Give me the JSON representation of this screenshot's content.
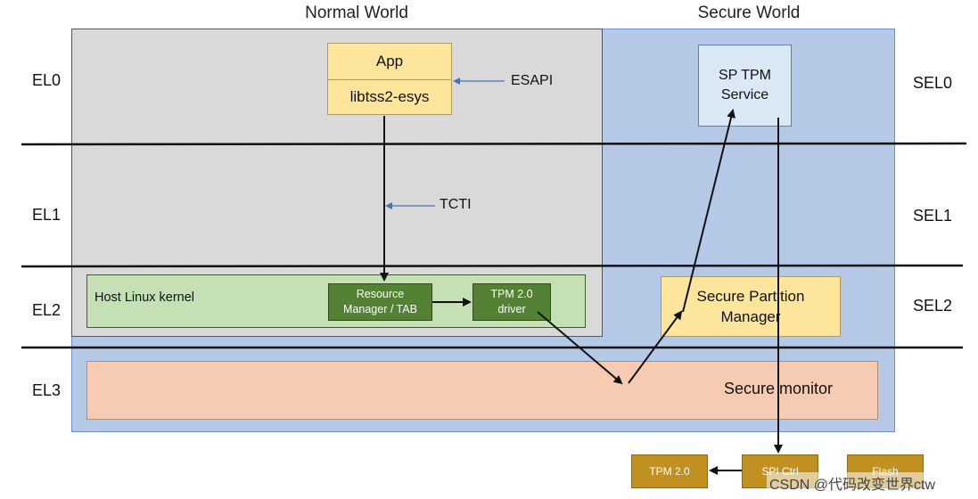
{
  "worlds": {
    "normal": "Normal World",
    "secure": "Secure World"
  },
  "levels": {
    "left": [
      "EL0",
      "EL1",
      "EL2",
      "EL3"
    ],
    "right": [
      "SEL0",
      "SEL1",
      "SEL2"
    ]
  },
  "blocks": {
    "app": "App",
    "libtss": "libtss2-esys",
    "sp_tpm_line1": "SP TPM",
    "sp_tpm_line2": "Service",
    "host_kernel": "Host Linux kernel",
    "resource_manager_line1": "Resource",
    "resource_manager_line2": "Manager / TAB",
    "tpm_driver_line1": "TPM 2.0",
    "tpm_driver_line2": "driver",
    "spm_line1": "Secure Partition",
    "spm_line2": "Manager",
    "secure_monitor": "Secure monitor",
    "tpm_hw": "TPM 2.0",
    "spi_ctrl": "SPI Ctrl",
    "flash": "Flash"
  },
  "annotations": {
    "esapi": "ESAPI",
    "tcti": "TCTI"
  },
  "watermark": "CSDN @代码改变世界ctw",
  "colors": {
    "normal_world_bg": "#d9d9d9",
    "secure_world_bg": "#b5c8e6",
    "kernel_panel": "#c4e0b4",
    "dark_green": "#548235",
    "yellow": "#fde59b",
    "secure_monitor": "#f7cbb1",
    "hardware": "#c19021",
    "annotation_arrow": "#4472c4"
  }
}
